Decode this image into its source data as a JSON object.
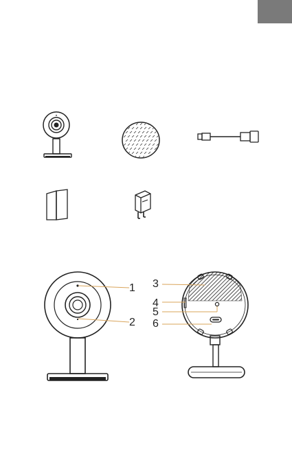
{
  "page_tab": {
    "label": ""
  },
  "package_contents": [
    {
      "id": "camera",
      "icon": "camera-icon"
    },
    {
      "id": "mounting-plate",
      "icon": "adhesive-plate-icon"
    },
    {
      "id": "usb-cable",
      "icon": "usb-cable-icon"
    },
    {
      "id": "manual",
      "icon": "booklet-icon"
    },
    {
      "id": "power-adapter",
      "icon": "power-adapter-icon"
    }
  ],
  "callouts": {
    "front": [
      {
        "number": "1"
      },
      {
        "number": "2"
      }
    ],
    "back": [
      {
        "number": "3"
      },
      {
        "number": "4"
      },
      {
        "number": "5"
      },
      {
        "number": "6"
      }
    ]
  },
  "colors": {
    "line": "#222222",
    "accent": "#d9a45a",
    "tab": "#7a7a7a"
  }
}
